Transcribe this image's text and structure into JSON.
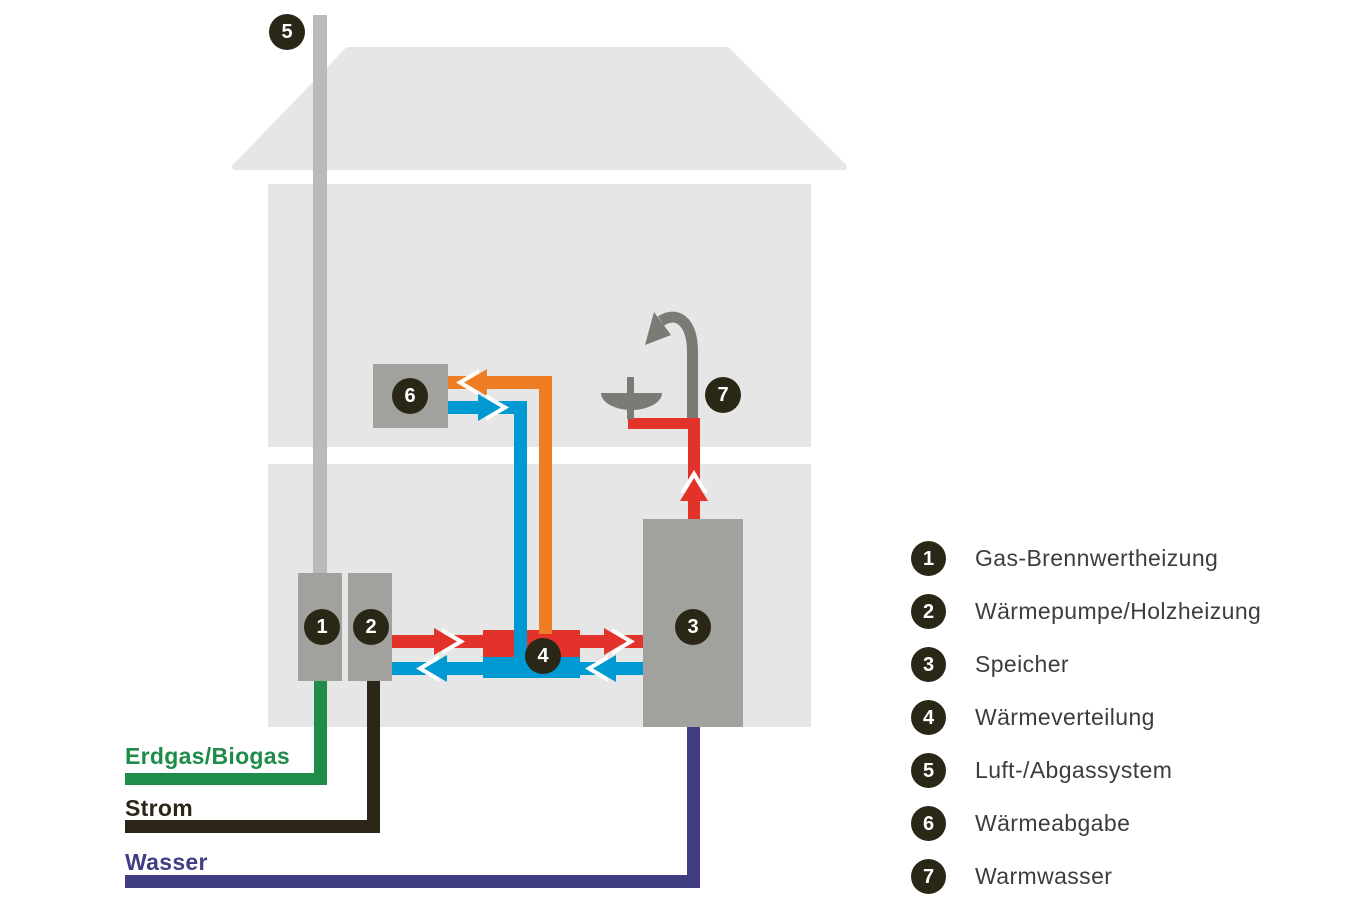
{
  "legend": {
    "items": [
      {
        "number": "1",
        "label": "Gas-Brennwertheizung"
      },
      {
        "number": "2",
        "label": "Wärmepumpe/Holzheizung"
      },
      {
        "number": "3",
        "label": "Speicher"
      },
      {
        "number": "4",
        "label": "Wärmeverteilung"
      },
      {
        "number": "5",
        "label": "Luft-/Abgassystem"
      },
      {
        "number": "6",
        "label": "Wärmeabgabe"
      },
      {
        "number": "7",
        "label": "Warmwasser"
      }
    ]
  },
  "supply": {
    "gas": "Erdgas/Biogas",
    "electricity": "Strom",
    "water": "Wasser"
  },
  "colors": {
    "heating_flow_red": "#e2322a",
    "heating_return_blue": "#0099d1",
    "radiator_flow_orange": "#ee7d23",
    "gas_green": "#208c49",
    "electricity_dark": "#2b2617",
    "water_navy": "#403d83",
    "unit_gray": "#a1a19d",
    "chimney_gray": "#bababa",
    "shower_gray": "#7b7a74",
    "house_gray": "#e6e6e6",
    "badge_dark": "#2b2717",
    "legend_text": "#3d3d3c"
  }
}
